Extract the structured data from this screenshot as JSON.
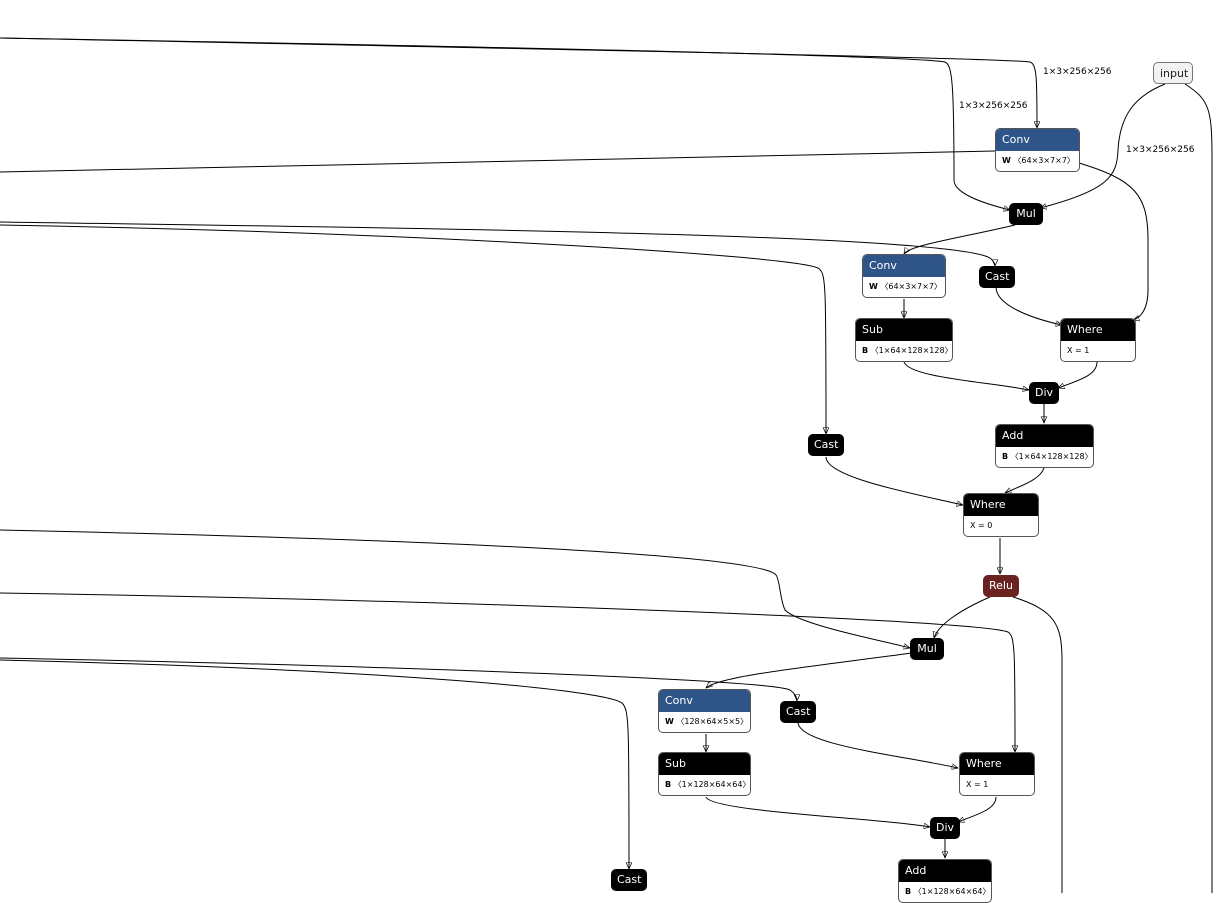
{
  "graph": {
    "input": {
      "label": "input"
    },
    "edge_labels": [
      "1×3×256×256",
      "1×3×256×256",
      "1×3×256×256"
    ],
    "nodes": {
      "conv1": {
        "op": "Conv",
        "attr_key": "W",
        "attr_val": "〈64×3×7×7〉"
      },
      "mul1": {
        "op": "Mul"
      },
      "conv2": {
        "op": "Conv",
        "attr_key": "W",
        "attr_val": "〈64×3×7×7〉"
      },
      "cast1": {
        "op": "Cast"
      },
      "sub1": {
        "op": "Sub",
        "attr_key": "B",
        "attr_val": "〈1×64×128×128〉"
      },
      "where1": {
        "op": "Where",
        "attr_text": "X = 1"
      },
      "div1": {
        "op": "Div"
      },
      "cast2": {
        "op": "Cast"
      },
      "add1": {
        "op": "Add",
        "attr_key": "B",
        "attr_val": "〈1×64×128×128〉"
      },
      "where2": {
        "op": "Where",
        "attr_text": "X = 0"
      },
      "relu1": {
        "op": "Relu"
      },
      "mul2": {
        "op": "Mul"
      },
      "conv3": {
        "op": "Conv",
        "attr_key": "W",
        "attr_val": "〈128×64×5×5〉"
      },
      "cast3": {
        "op": "Cast"
      },
      "sub2": {
        "op": "Sub",
        "attr_key": "B",
        "attr_val": "〈1×128×64×64〉"
      },
      "where3": {
        "op": "Where",
        "attr_text": "X = 1"
      },
      "div2": {
        "op": "Div"
      },
      "cast4": {
        "op": "Cast"
      },
      "add2": {
        "op": "Add",
        "attr_key": "B",
        "attr_val": "〈1×128×64×64〉"
      }
    }
  }
}
